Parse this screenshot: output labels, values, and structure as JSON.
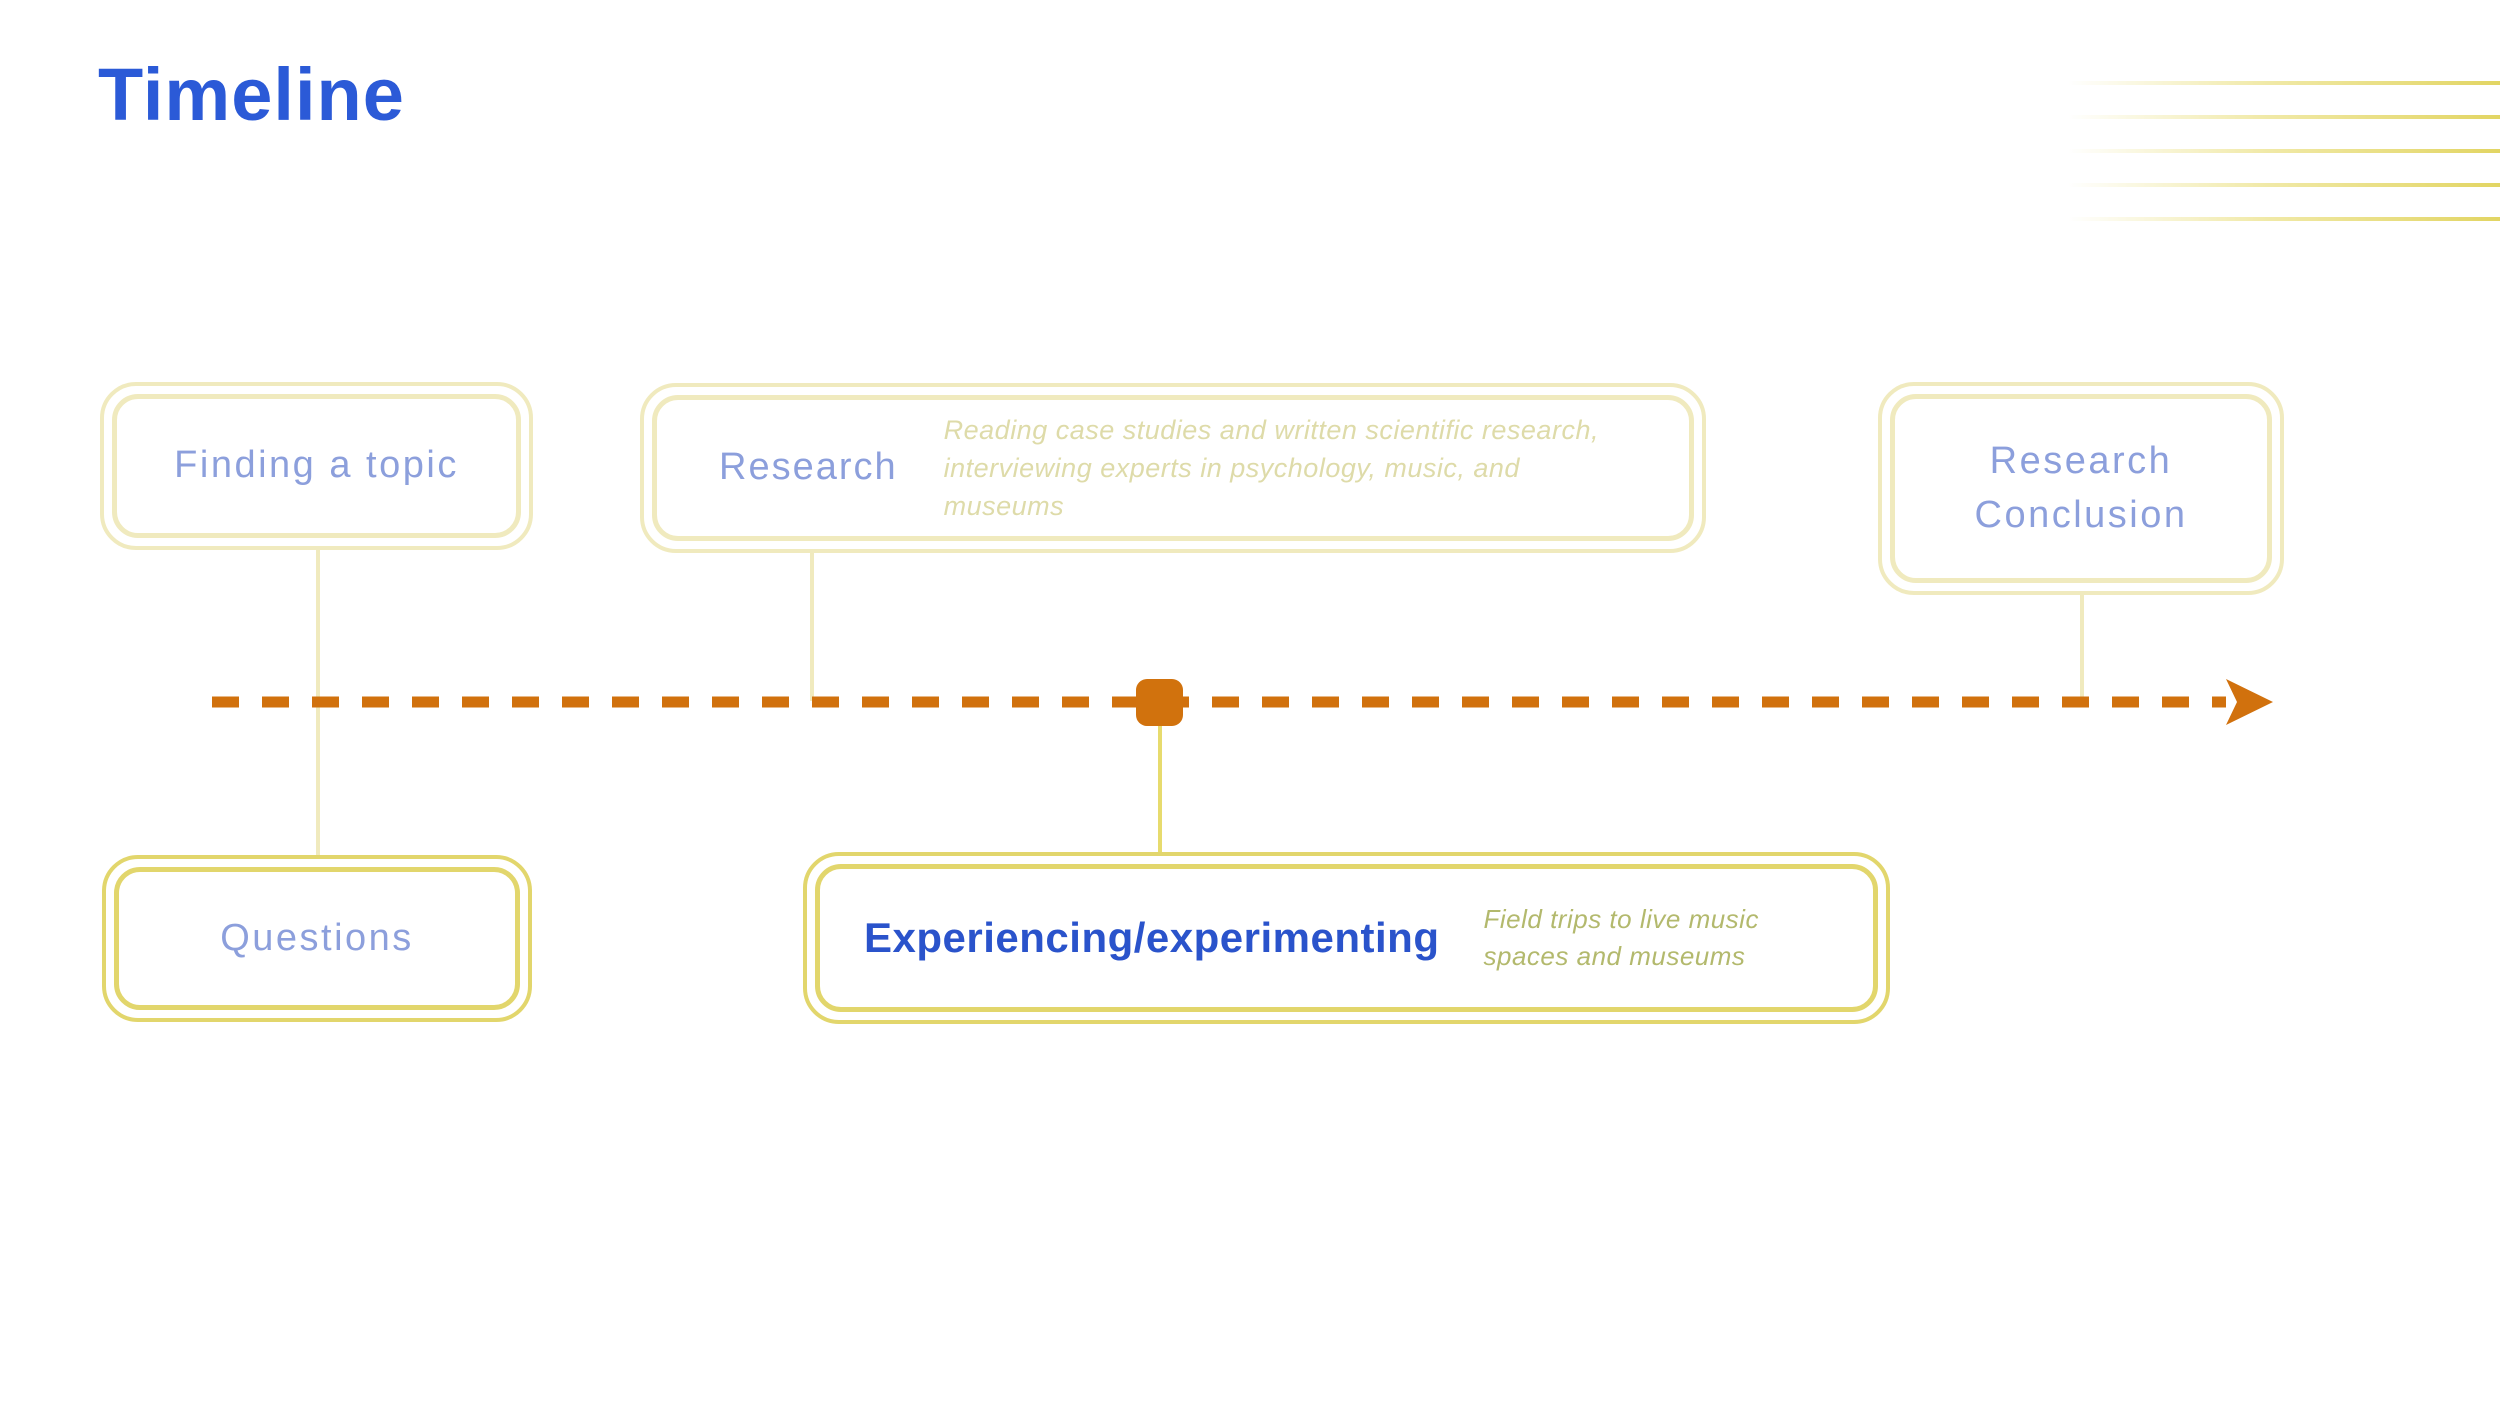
{
  "title": "Timeline",
  "boxes": {
    "finding_topic": {
      "label": "Finding a topic"
    },
    "research": {
      "label": "Research",
      "description": "Reading case studies and written scientific research, interviewing experts in psychology, music, and museums"
    },
    "research_conclusion": {
      "label": "Research Conclusion"
    },
    "questions": {
      "label": "Questions"
    },
    "experiencing": {
      "label": "Experiencing/experimenting",
      "description": "Field trips to live music spaces and museums"
    }
  },
  "colors": {
    "title_blue": "#2B5AD7",
    "label_periwinkle": "#8C9FDC",
    "label_strong_blue": "#2A53CB",
    "border_pale_yellow": "#F0EABE",
    "border_yellow": "#E2D66C",
    "description_pale_olive": "#DEDBA9",
    "description_olive": "#B3B96D",
    "timeline_orange": "#D1710D",
    "deco_line_yellow": "#E2D563"
  }
}
